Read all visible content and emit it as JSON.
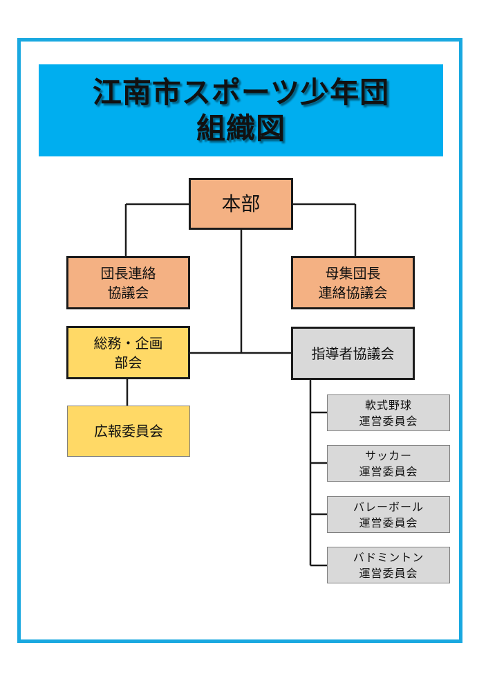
{
  "title": {
    "line1": "江南市スポーツ少年団",
    "line2": "組織図"
  },
  "nodes": {
    "honbu": "本部",
    "danchou_line1": "団長連絡",
    "danchou_line2": "協議会",
    "boshu_line1": "母集団長",
    "boshu_line2": "連絡協議会",
    "somu_line1": "総務・企画",
    "somu_line2": "部会",
    "kouhou": "広報委員会",
    "shidousha": "指導者協議会",
    "committees": [
      {
        "line1": "軟式野球",
        "line2": "運営委員会"
      },
      {
        "line1": "サッカー",
        "line2": "運営委員会"
      },
      {
        "line1": "バレーボール",
        "line2": "運営委員会"
      },
      {
        "line1": "バドミントン",
        "line2": "運営委員会"
      }
    ]
  },
  "colors": {
    "frame": "#19a8e0",
    "title_bg": "#00aeef",
    "salmon": "#f4b183",
    "yellow": "#ffd966",
    "gray": "#d9d9d9"
  }
}
